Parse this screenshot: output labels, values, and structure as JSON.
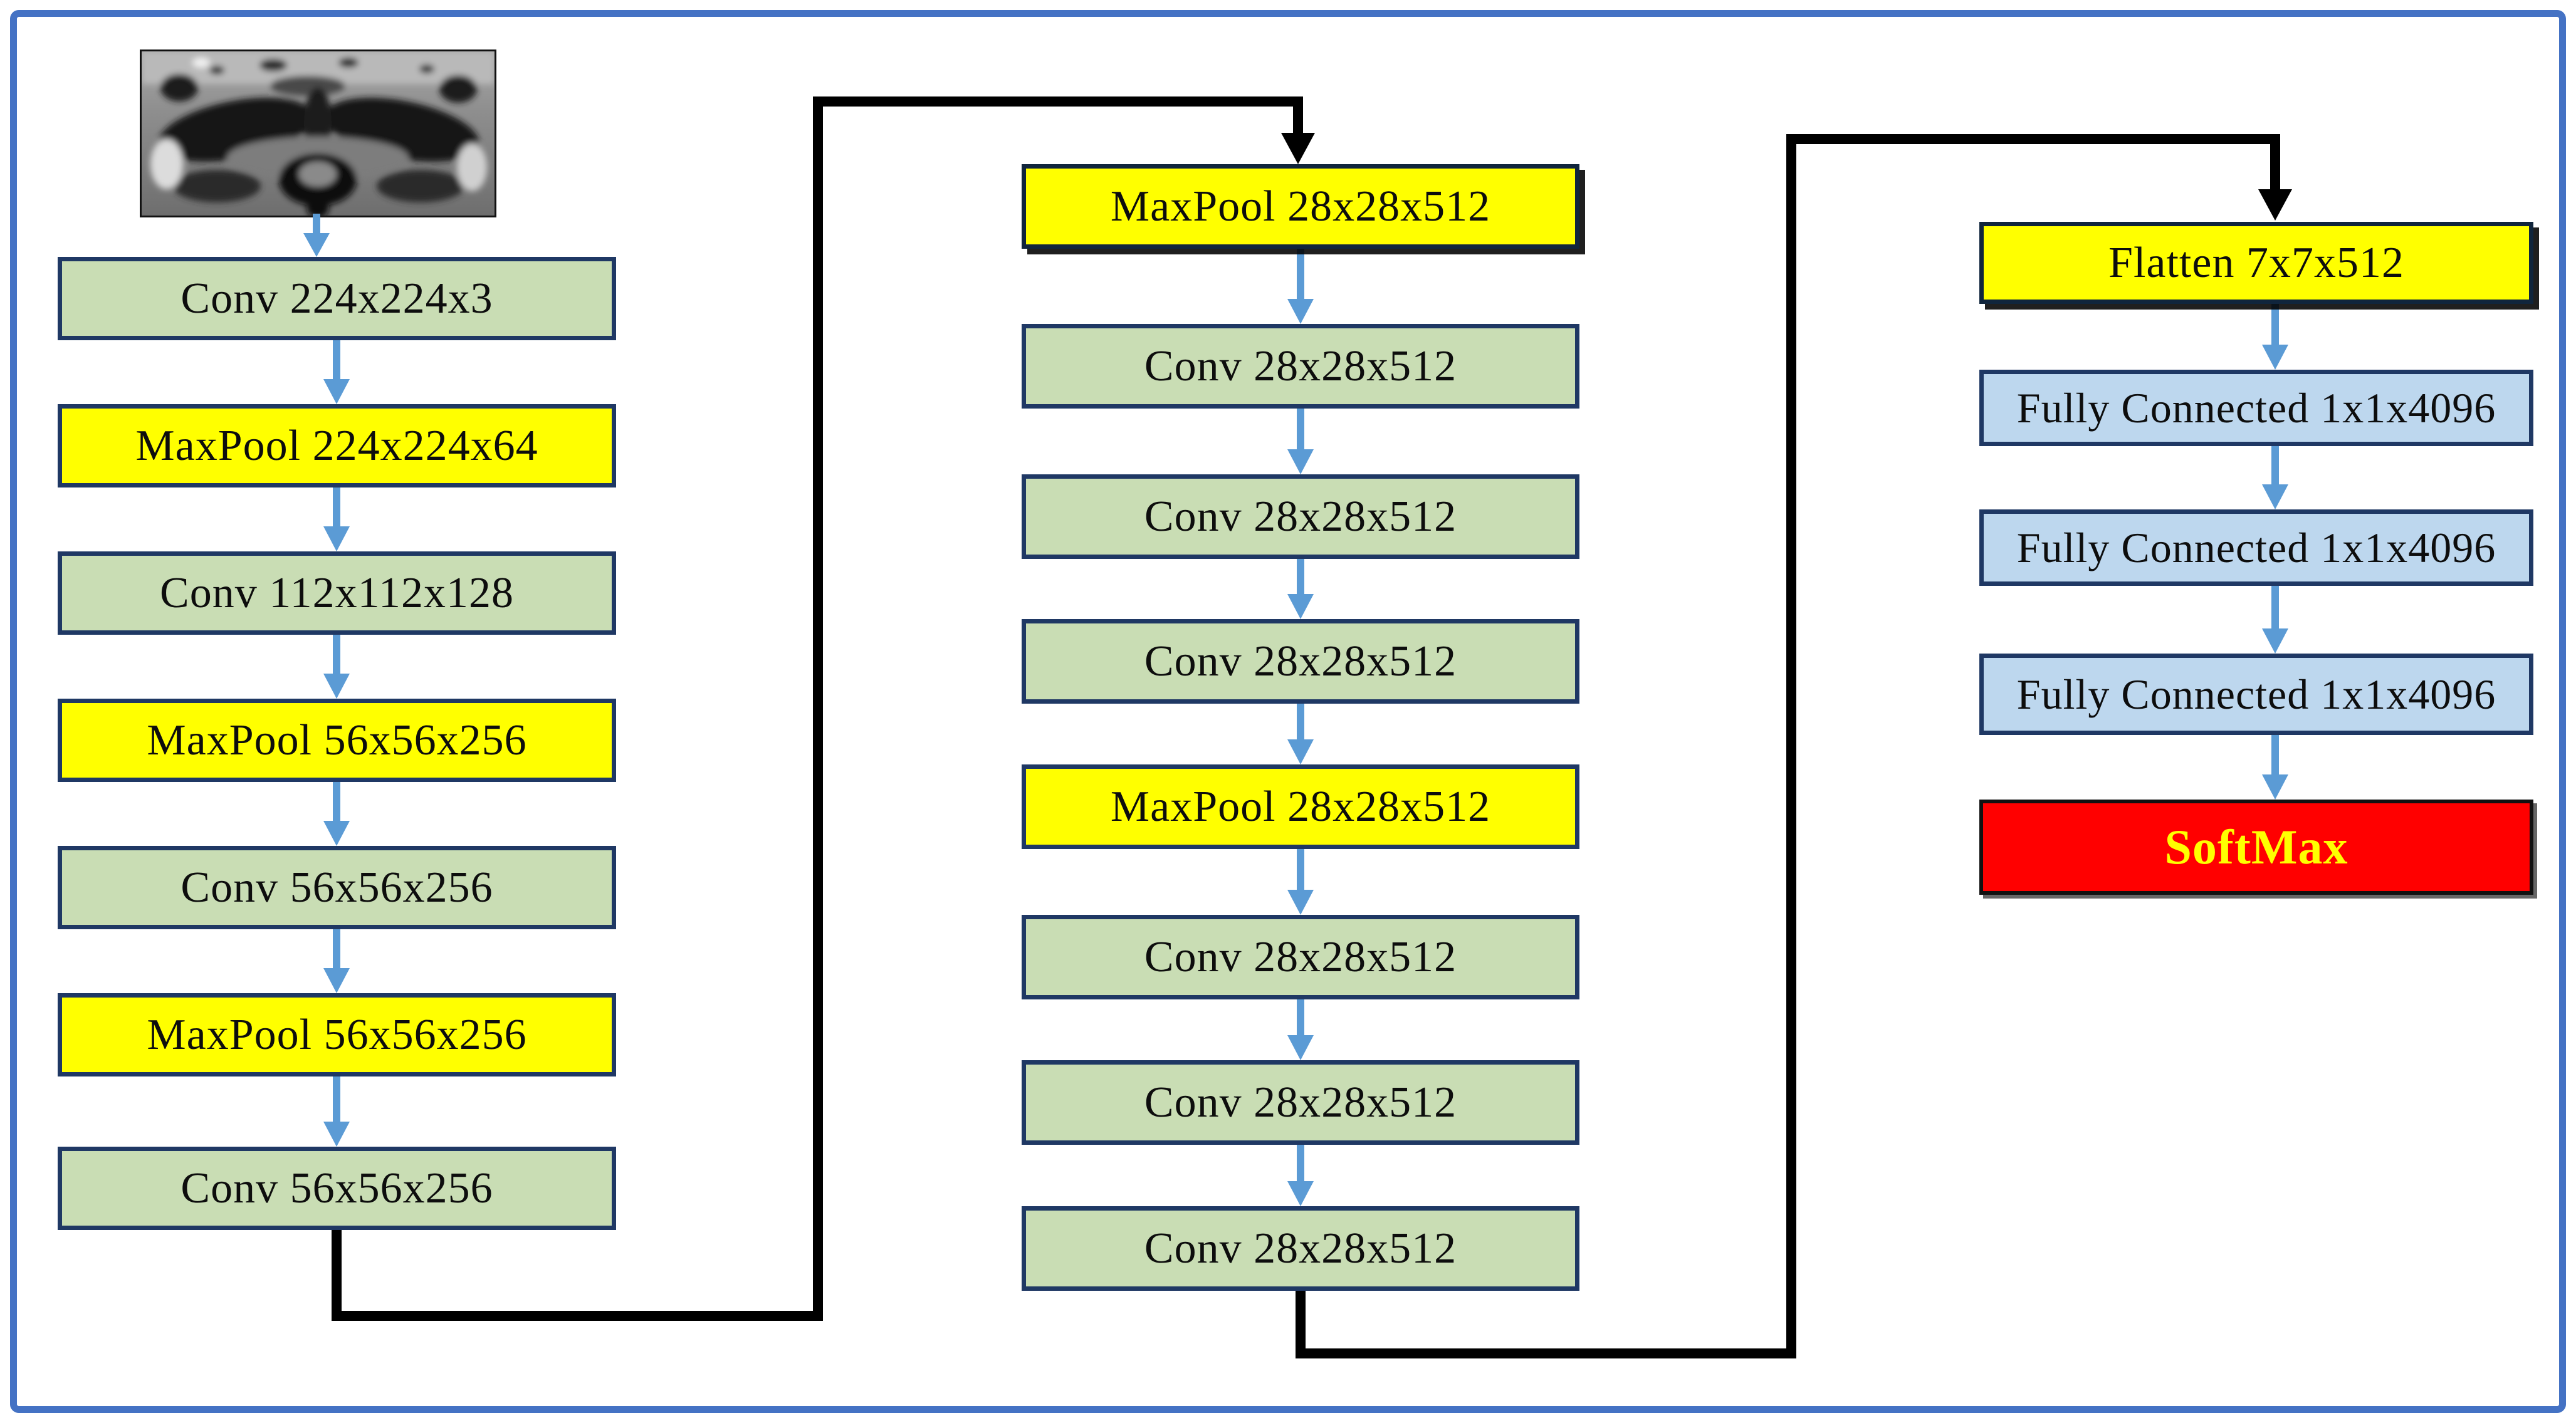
{
  "diagram": {
    "input_image": {
      "icon": "mri-scan-image"
    },
    "left_column": {
      "boxes": [
        {
          "label": "Conv 224x224x3",
          "type": "conv"
        },
        {
          "label": "MaxPool 224x224x64",
          "type": "maxpool"
        },
        {
          "label": "Conv 112x112x128",
          "type": "conv"
        },
        {
          "label": "MaxPool 56x56x256",
          "type": "maxpool"
        },
        {
          "label": "Conv 56x56x256",
          "type": "conv"
        },
        {
          "label": "MaxPool 56x56x256",
          "type": "maxpool"
        },
        {
          "label": "Conv 56x56x256",
          "type": "conv"
        }
      ]
    },
    "middle_column": {
      "boxes": [
        {
          "label": "MaxPool 28x28x512",
          "type": "maxpool"
        },
        {
          "label": "Conv 28x28x512",
          "type": "conv"
        },
        {
          "label": "Conv 28x28x512",
          "type": "conv"
        },
        {
          "label": "Conv 28x28x512",
          "type": "conv"
        },
        {
          "label": "MaxPool 28x28x512",
          "type": "maxpool"
        },
        {
          "label": "Conv 28x28x512",
          "type": "conv"
        },
        {
          "label": "Conv 28x28x512",
          "type": "conv"
        },
        {
          "label": "Conv 28x28x512",
          "type": "conv"
        }
      ]
    },
    "right_column": {
      "boxes": [
        {
          "label": "Flatten 7x7x512",
          "type": "flatten"
        },
        {
          "label": "Fully Connected 1x1x4096",
          "type": "fc"
        },
        {
          "label": "Fully Connected 1x1x4096",
          "type": "fc"
        },
        {
          "label": "Fully Connected 1x1x4096",
          "type": "fc"
        },
        {
          "label": "SoftMax",
          "type": "softmax"
        }
      ]
    },
    "colors": {
      "conv_fill": "#c9ddb4",
      "pool_fill": "#ffff00",
      "fc_fill": "#bdd7ee",
      "softmax_fill": "#ff0000",
      "softmax_text": "#ffff00",
      "box_border": "#1f3864",
      "arrow_blue": "#5b9bd5",
      "connector_black": "#000000",
      "frame_blue": "#4472c4"
    }
  }
}
